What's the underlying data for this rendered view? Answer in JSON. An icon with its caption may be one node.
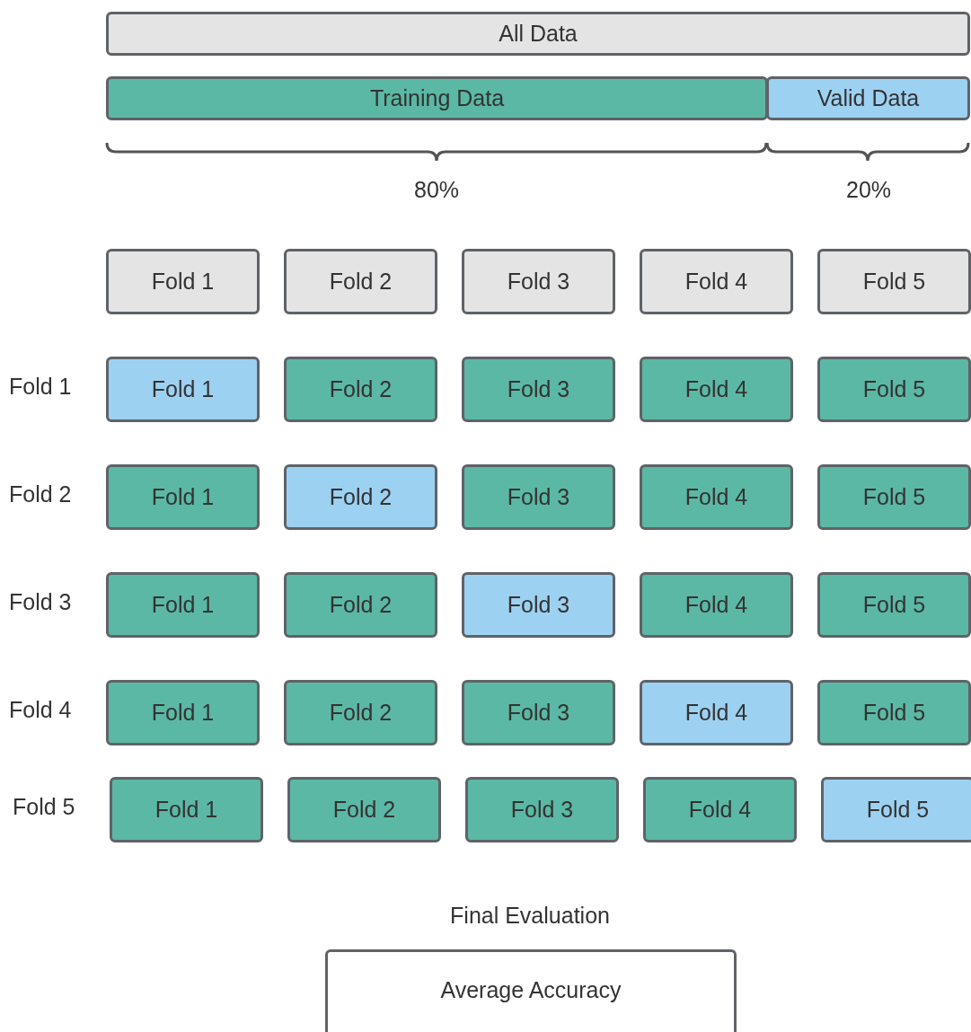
{
  "diagram": {
    "nodes": [
      {
        "text": [
          "All Data"
        ]
      },
      {
        "text": [
          "Training Data"
        ]
      },
      {
        "text": [
          "Valid Data"
        ]
      },
      {
        "text": [
          "Fold 1"
        ]
      },
      {
        "text": [
          "Fold 2"
        ]
      },
      {
        "text": [
          "Fold 3"
        ]
      },
      {
        "text": [
          "Fold 4"
        ]
      },
      {
        "text": [
          "Fold 5"
        ]
      },
      {
        "text": [
          "Fold 1"
        ]
      },
      {
        "text": [
          "Fold 2"
        ]
      },
      {
        "text": [
          "Fold 3"
        ]
      },
      {
        "text": [
          "Fold 4"
        ]
      },
      {
        "text": [
          "Fold 5"
        ]
      },
      {
        "text": [
          "Fold 1"
        ]
      },
      {
        "text": [
          "Fold 2"
        ]
      },
      {
        "text": [
          "Fold 3"
        ]
      },
      {
        "text": [
          "Fold 4"
        ]
      },
      {
        "text": [
          "Fold 5"
        ]
      },
      {
        "text": [
          "Fold 1"
        ]
      },
      {
        "text": [
          "Fold 2"
        ]
      },
      {
        "text": [
          "Fold 3"
        ]
      },
      {
        "text": [
          "Fold 4"
        ]
      },
      {
        "text": [
          "Fold 5"
        ]
      },
      {
        "text": [
          "Fold 1"
        ]
      },
      {
        "text": [
          "Fold 2"
        ]
      },
      {
        "text": [
          "Fold 3"
        ]
      },
      {
        "text": [
          "Fold 4"
        ]
      },
      {
        "text": [
          "Fold 5"
        ]
      },
      {
        "text": [
          "Fold 1"
        ]
      },
      {
        "text": [
          "Fold 2"
        ]
      },
      {
        "text": [
          "Fold 3"
        ]
      },
      {
        "text": [
          "Fold 4"
        ]
      },
      {
        "text": [
          "Fold 5"
        ]
      },
      {
        "text": [
          "Average Accuracy"
        ]
      }
    ],
    "labels": [
      "80%",
      "20%",
      "Fold 1",
      "Fold 2",
      "Fold 3",
      "Fold 4",
      "Fold 5",
      "Final Evaluation"
    ]
  }
}
